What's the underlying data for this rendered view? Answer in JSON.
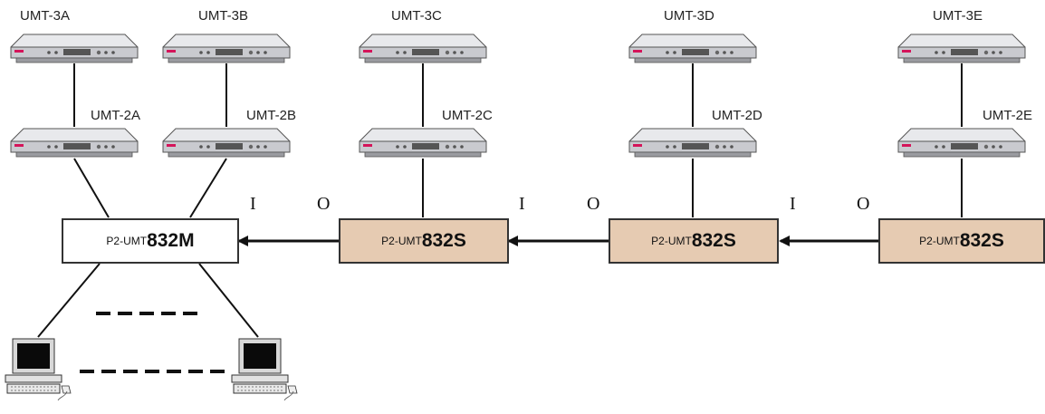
{
  "switches": {
    "master": {
      "prefix": "P2-UMT",
      "model": "832M",
      "fill": "#ffffff"
    },
    "slave_c": {
      "prefix": "P2-UMT",
      "model": "832S",
      "fill": "#e6cbb2"
    },
    "slave_d": {
      "prefix": "P2-UMT",
      "model": "832S",
      "fill": "#e6cbb2"
    },
    "slave_e": {
      "prefix": "P2-UMT",
      "model": "832S",
      "fill": "#e6cbb2"
    }
  },
  "units": {
    "a": {
      "top": "UMT-3A",
      "bottom": "UMT-2A"
    },
    "b": {
      "top": "UMT-3B",
      "bottom": "UMT-2B"
    },
    "c": {
      "top": "UMT-3C",
      "bottom": "UMT-2C"
    },
    "d": {
      "top": "UMT-3D",
      "bottom": "UMT-2D"
    },
    "e": {
      "top": "UMT-3E",
      "bottom": "UMT-2E"
    }
  },
  "ports": {
    "link1": {
      "in": "I",
      "out": "O"
    },
    "link2": {
      "in": "I",
      "out": "O"
    },
    "link3": {
      "in": "I",
      "out": "O"
    }
  },
  "colors": {
    "line": "#111111",
    "device_body": "#cfd0d4",
    "device_accent": "#d4145a"
  }
}
